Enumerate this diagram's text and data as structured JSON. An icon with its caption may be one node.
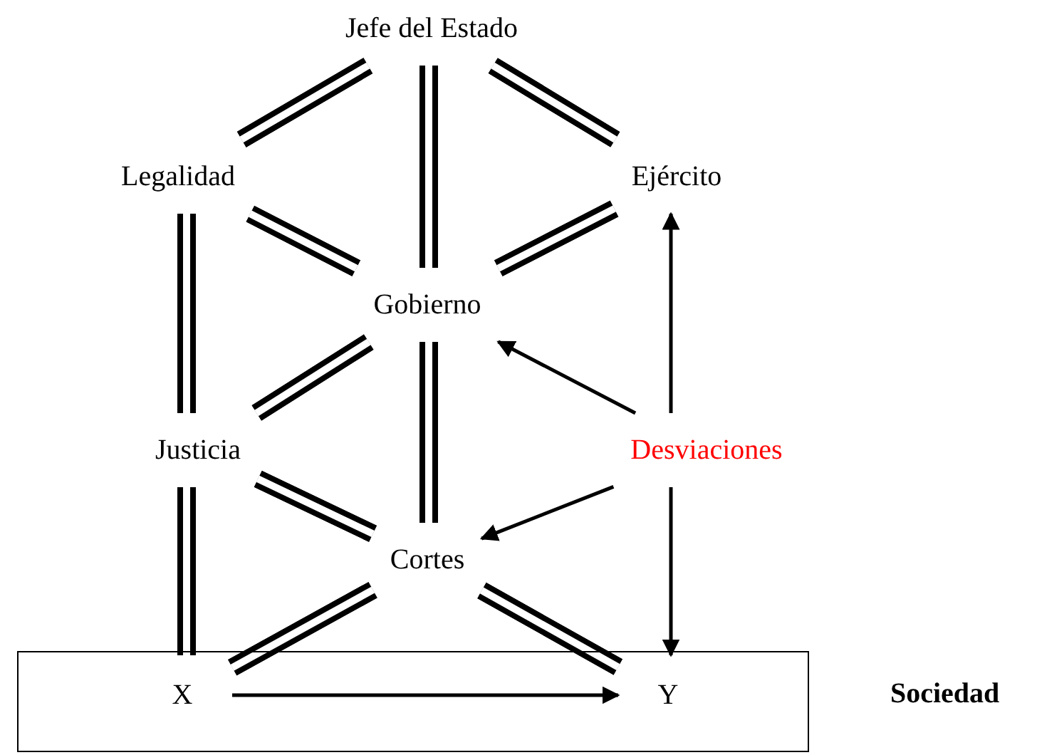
{
  "diagram": {
    "nodes": [
      {
        "text": [
          "Jefe del Estado"
        ]
      },
      {
        "text": [
          "Legalidad"
        ]
      },
      {
        "text": [
          "Ejército"
        ]
      },
      {
        "text": [
          "Gobierno"
        ]
      },
      {
        "text": [
          "Justicia"
        ]
      },
      {
        "text": [
          "Desviaciones"
        ]
      },
      {
        "text": [
          "Cortes"
        ]
      },
      {
        "text": [],
        "shape": "box",
        "beside": [
          "Sociedad"
        ]
      },
      {
        "text": [
          "X"
        ],
        "in": 7
      },
      {
        "text": [
          "Y"
        ],
        "in": 7
      }
    ],
    "edges": [
      {
        "from": 0,
        "to": 1,
        "arrow": "none"
      },
      {
        "from": 0,
        "to": 3,
        "arrow": "none"
      },
      {
        "from": 0,
        "to": 2,
        "arrow": "none"
      },
      {
        "from": 1,
        "to": 3,
        "arrow": "none"
      },
      {
        "from": 2,
        "to": 3,
        "arrow": "none"
      },
      {
        "from": 1,
        "to": 4,
        "arrow": "none"
      },
      {
        "from": 3,
        "to": 4,
        "arrow": "none"
      },
      {
        "from": 3,
        "to": 6,
        "arrow": "none"
      },
      {
        "from": 4,
        "to": 6,
        "arrow": "none"
      },
      {
        "from": 4,
        "to": 8,
        "arrow": "none"
      },
      {
        "from": 6,
        "to": 8,
        "arrow": "none"
      },
      {
        "from": 6,
        "to": 9,
        "arrow": "none"
      },
      {
        "from": 5,
        "to": 3,
        "arrow": "to"
      },
      {
        "from": 5,
        "to": 2,
        "arrow": "to"
      },
      {
        "from": 5,
        "to": 6,
        "arrow": "to"
      },
      {
        "from": 5,
        "to": 9,
        "arrow": "to"
      },
      {
        "from": 8,
        "to": 9,
        "arrow": "to"
      }
    ]
  }
}
